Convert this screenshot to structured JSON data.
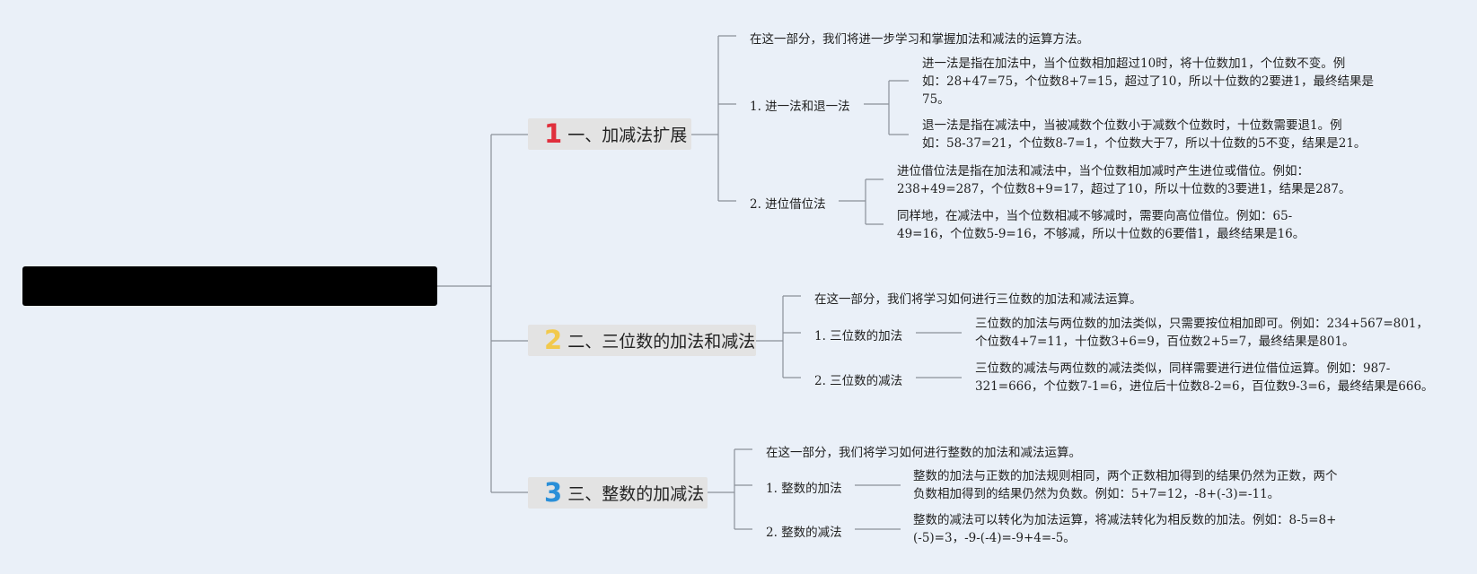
{
  "root": {
    "label": ""
  },
  "colors": {
    "line": "#8a9099",
    "background": "#eaf0f8",
    "num1": "#e02f3c",
    "num2": "#f2c94c",
    "num3": "#2a8fd8"
  },
  "topics": [
    {
      "number": "1",
      "title": "一、加减法扩展",
      "intro": "在这一部分，我们将进一步学习和掌握加法和减法的运算方法。",
      "subs": [
        {
          "label": "1. 进一法和退一法",
          "details": [
            [
              "进一法是指在加法中，当个位数相加超过10时，将十位数加1，个位数不变。例",
              "如：28+47=75，个位数8+7=15，超过了10，所以十位数的2要进1，最终结果是",
              "75。"
            ],
            [
              "退一法是指在减法中，当被减数个位数小于减数个位数时，十位数需要退1。例",
              "如：58-37=21，个位数8-7=1，个位数大于7，所以十位数的5不变，结果是21。"
            ]
          ]
        },
        {
          "label": "2. 进位借位法",
          "details": [
            [
              "进位借位法是指在加法和减法中，当个位数相加减时产生进位或借位。例如：",
              "238+49=287，个位数8+9=17，超过了10，所以十位数的3要进1，结果是287。"
            ],
            [
              "同样地，在减法中，当个位数相减不够减时，需要向高位借位。例如：65-",
              "49=16，个位数5-9=16，不够减，所以十位数的6要借1，最终结果是16。"
            ]
          ]
        }
      ]
    },
    {
      "number": "2",
      "title": "二、三位数的加法和减法",
      "intro": "在这一部分，我们将学习如何进行三位数的加法和减法运算。",
      "subs": [
        {
          "label": "1. 三位数的加法",
          "details": [
            [
              "三位数的加法与两位数的加法类似，只需要按位相加即可。例如：234+567=801，",
              "个位数4+7=11，十位数3+6=9，百位数2+5=7，最终结果是801。"
            ]
          ]
        },
        {
          "label": "2. 三位数的减法",
          "details": [
            [
              "三位数的减法与两位数的减法类似，同样需要进行进位借位运算。例如：987-",
              "321=666，个位数7-1=6，进位后十位数8-2=6，百位数9-3=6，最终结果是666。"
            ]
          ]
        }
      ]
    },
    {
      "number": "3",
      "title": "三、整数的加减法",
      "intro": "在这一部分，我们将学习如何进行整数的加法和减法运算。",
      "subs": [
        {
          "label": "1. 整数的加法",
          "details": [
            [
              "整数的加法与正数的加法规则相同，两个正数相加得到的结果仍然为正数，两个",
              "负数相加得到的结果仍然为负数。例如：5+7=12，-8+(-3)=-11。"
            ]
          ]
        },
        {
          "label": "2. 整数的减法",
          "details": [
            [
              "整数的减法可以转化为加法运算，将减法转化为相反数的加法。例如：8-5=8+",
              "(-5)=3，-9-(-4)=-9+4=-5。"
            ]
          ]
        }
      ]
    }
  ]
}
